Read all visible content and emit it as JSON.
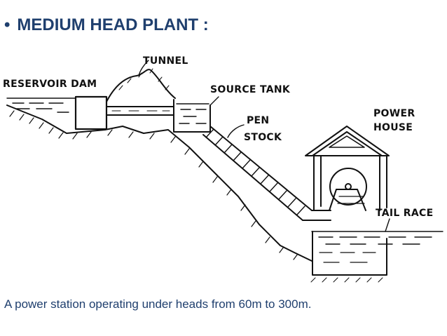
{
  "title": {
    "bullet": "•",
    "text": "MEDIUM HEAD PLANT :"
  },
  "caption": "A power station operating under heads from 60m to 300m.",
  "labels": {
    "tunnel": "TUNNEL",
    "reservoir_dam": "RESERVOIR DAM",
    "source_tank": "SOURCE TANK",
    "pen": "PEN",
    "stock": "STOCK",
    "power": "POWER",
    "house": "HOUSE",
    "tail_race": "TAIL RACE"
  },
  "colors": {
    "title": "#1f3f6e",
    "caption": "#1f3f6e",
    "ink": "#111111",
    "background": "#ffffff"
  },
  "icons": [
    "bullet-dot"
  ]
}
